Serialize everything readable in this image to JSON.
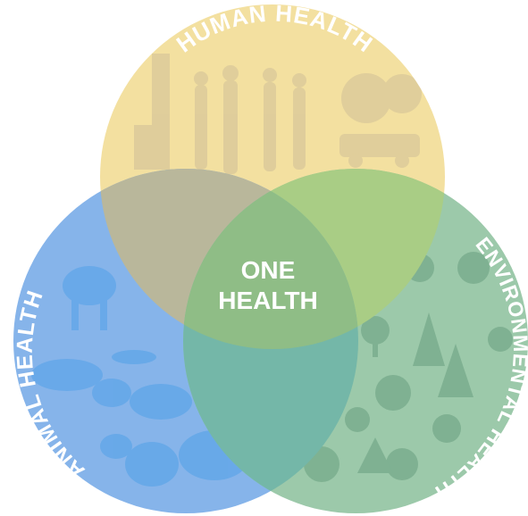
{
  "diagram": {
    "circles": [
      {
        "id": "human",
        "label": "HUMAN HEALTH",
        "color": "#f3e0a0"
      },
      {
        "id": "animal",
        "label": "ANIMAL HEALTH",
        "color": "#86b4ea"
      },
      {
        "id": "environment",
        "label": "ENVIRONMENTAL HEALTH",
        "color": "#9cc9aa"
      }
    ],
    "overlaps": {
      "human_animal": "#b9b79b",
      "human_environment": "#a9cd85",
      "animal_environment": "#74b7a8",
      "center": "#8fbd86"
    },
    "center_label_line1": "ONE",
    "center_label_line2": "HEALTH",
    "labels": {
      "human": "HUMAN HEALTH",
      "animal": "ANIMAL HEALTH",
      "environment": "ENVIRONMENTAL HEALTH"
    }
  }
}
